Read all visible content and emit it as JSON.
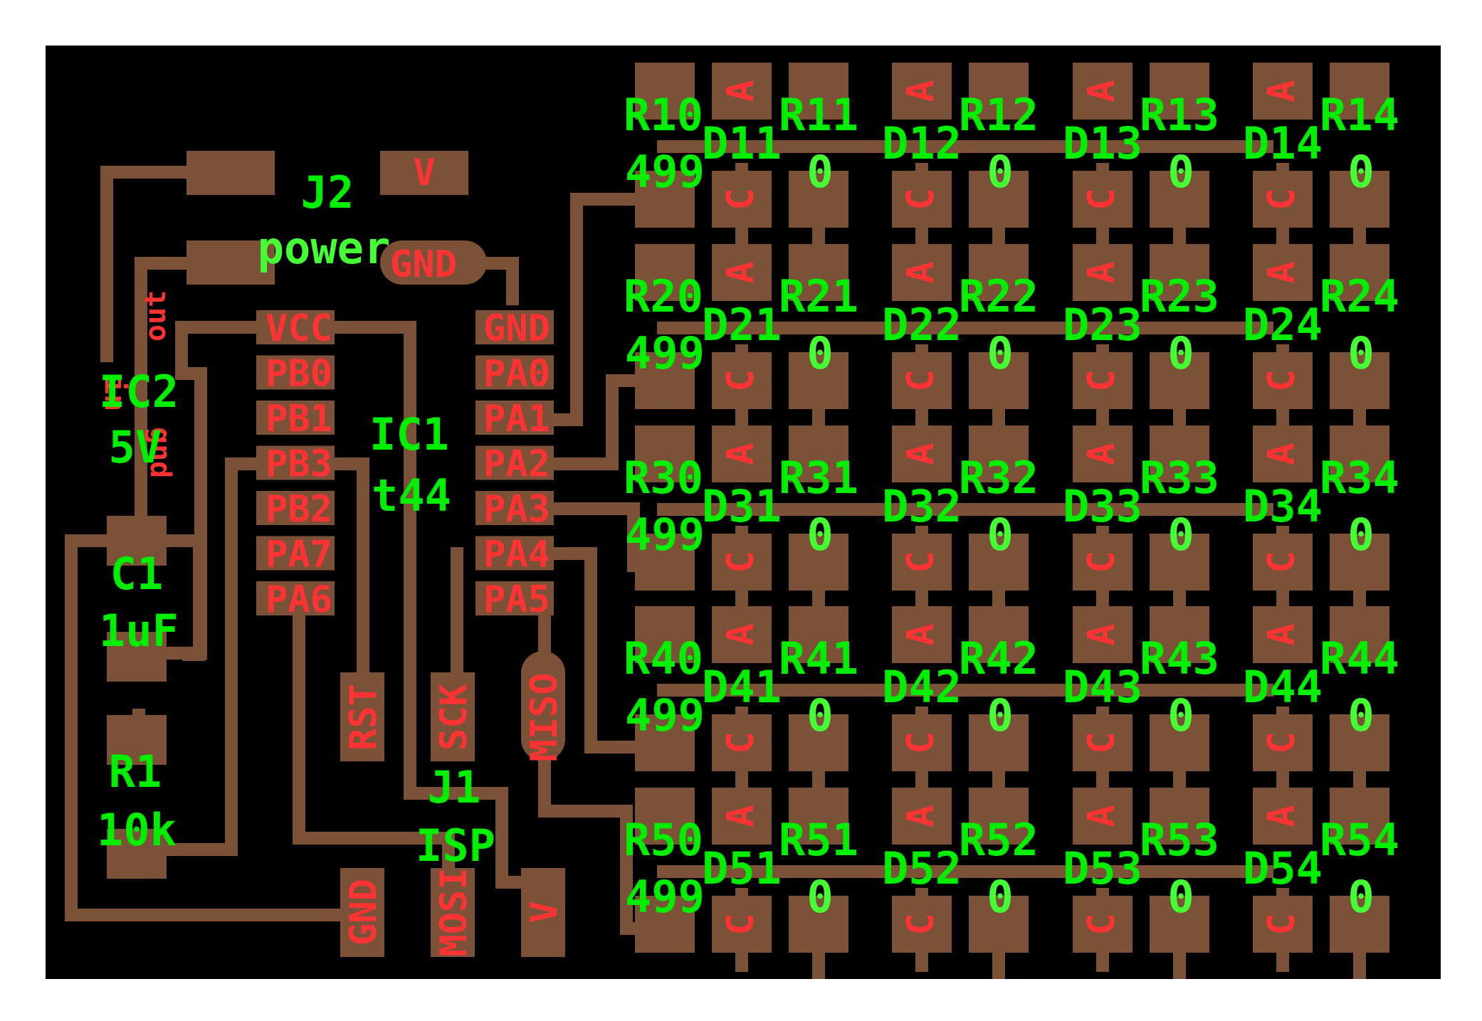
{
  "colors": {
    "board": "#000000",
    "copper": "#7b5137",
    "ref_label": "#00ee00",
    "pad_label": "#ff3333"
  },
  "power_connector": {
    "ref": "J2",
    "value": "power",
    "pins": [
      "V",
      "GND"
    ]
  },
  "regulator": {
    "ref": "IC2",
    "value": "5V",
    "pins": [
      "in",
      "out",
      "gnd"
    ]
  },
  "capacitor": {
    "ref": "C1",
    "value": "1uF"
  },
  "resistor_r1": {
    "ref": "R1",
    "value": "10k"
  },
  "microcontroller": {
    "ref": "IC1",
    "value": "t44",
    "left_pins": [
      "VCC",
      "PB0",
      "PB1",
      "PB3",
      "PB2",
      "PA7",
      "PA6"
    ],
    "right_pins": [
      "GND",
      "PA0",
      "PA1",
      "PA2",
      "PA3",
      "PA4",
      "PA5"
    ]
  },
  "isp_header": {
    "ref": "J1",
    "value": "ISP",
    "pins": [
      "RST",
      "SCK",
      "MISO",
      "GND",
      "MOSI",
      "V"
    ]
  },
  "led_matrix": {
    "anode_mark": "A",
    "cathode_mark": "C",
    "rows": [
      {
        "row_resistor": "R10",
        "row_value": "499",
        "leds": [
          "D11",
          "D12",
          "D13",
          "D14"
        ],
        "col_resistors": [
          "R11",
          "R12",
          "R13",
          "R14"
        ],
        "col_value": "0"
      },
      {
        "row_resistor": "R20",
        "row_value": "499",
        "leds": [
          "D21",
          "D22",
          "D23",
          "D24"
        ],
        "col_resistors": [
          "R21",
          "R22",
          "R23",
          "R24"
        ],
        "col_value": "0"
      },
      {
        "row_resistor": "R30",
        "row_value": "499",
        "leds": [
          "D31",
          "D32",
          "D33",
          "D34"
        ],
        "col_resistors": [
          "R31",
          "R32",
          "R33",
          "R34"
        ],
        "col_value": "0"
      },
      {
        "row_resistor": "R40",
        "row_value": "499",
        "leds": [
          "D41",
          "D42",
          "D43",
          "D44"
        ],
        "col_resistors": [
          "R41",
          "R42",
          "R43",
          "R44"
        ],
        "col_value": "0"
      },
      {
        "row_resistor": "R50",
        "row_value": "499",
        "leds": [
          "D51",
          "D52",
          "D53",
          "D54"
        ],
        "col_resistors": [
          "R51",
          "R52",
          "R53",
          "R54"
        ],
        "col_value": "0"
      }
    ]
  }
}
